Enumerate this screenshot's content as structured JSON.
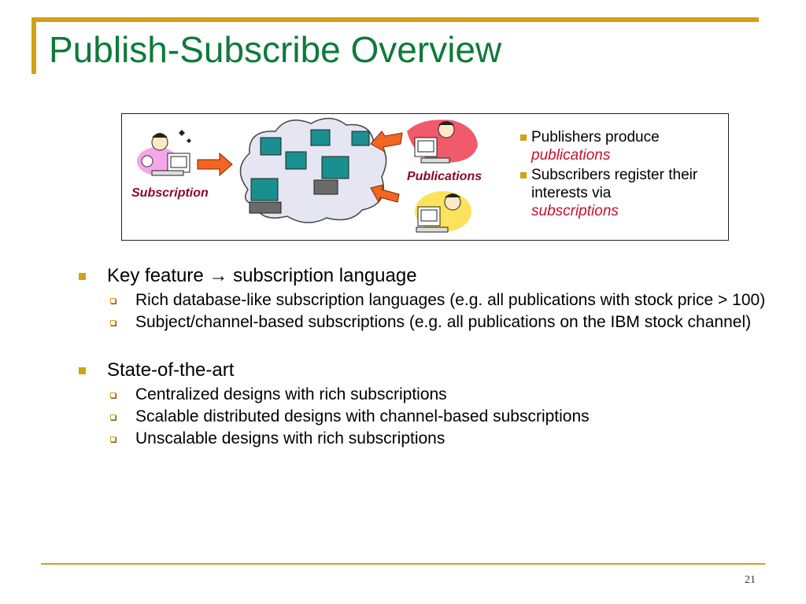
{
  "slide": {
    "title": "Publish-Subscribe Overview",
    "page_number": "21"
  },
  "figure": {
    "subscription_label": "Subscription",
    "publications_label": "Publications",
    "bullets": [
      {
        "text": "Publishers produce",
        "emphasis": "publications"
      },
      {
        "text": "Subscribers register their interests via",
        "emphasis": "subscriptions"
      }
    ]
  },
  "bullets": [
    {
      "text": "Key feature → subscription language",
      "sub": [
        "Rich database-like subscription languages (e.g. all publications with stock price > 100)",
        "Subject/channel-based subscriptions (e.g. all publications on the IBM stock channel)"
      ]
    },
    {
      "text": "State-of-the-art",
      "sub": [
        "Centralized designs with rich subscriptions",
        "Scalable distributed designs with channel-based subscriptions",
        "Unscalable designs with rich subscriptions"
      ]
    }
  ],
  "colors": {
    "title": "#0f7a3a",
    "accent": "#d4a017",
    "label": "#8b0a2a",
    "emphasis": "#c8102e",
    "arrow": "#f26522"
  }
}
